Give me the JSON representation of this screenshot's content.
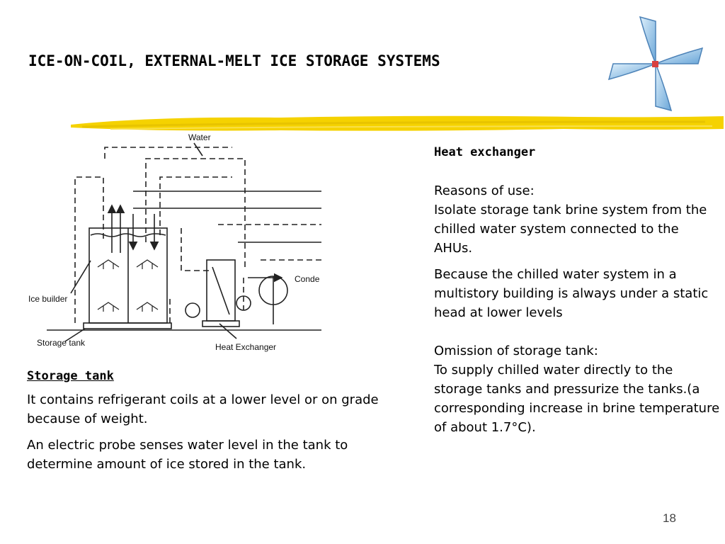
{
  "slide": {
    "title": "ICE-ON-COIL, EXTERNAL-MELT ICE STORAGE SYSTEMS",
    "page_number": "18",
    "accent_color": "#f5d200"
  },
  "diagram": {
    "labels": {
      "water": "Water",
      "ice_builder": "Ice builder",
      "storage_tank": "Storage tank",
      "heat_exchanger": "Heat Exchanger",
      "condenser": "Conde"
    }
  },
  "left": {
    "heading": "Storage tank",
    "p1": "It contains refrigerant coils at a lower level or on grade because of weight.",
    "p2": "An electric probe senses water level in the tank to determine amount of ice stored in the tank."
  },
  "right": {
    "heading": "Heat exchanger",
    "reasons_title": "Reasons of use:",
    "reasons_text": "Isolate storage tank brine system from the chilled water system connected to the AHUs.",
    "reasons_text2": "Because the chilled water system in a multistory building is always under a static head at lower levels",
    "omission_title": "Omission of storage tank:",
    "omission_text": "To supply chilled water directly to the storage tanks and pressurize the tanks.(a corresponding increase in brine temperature of about 1.7°C)."
  },
  "icons": {
    "logo": "pinwheel-logo-icon",
    "divider": "yellow-brush-stroke"
  }
}
